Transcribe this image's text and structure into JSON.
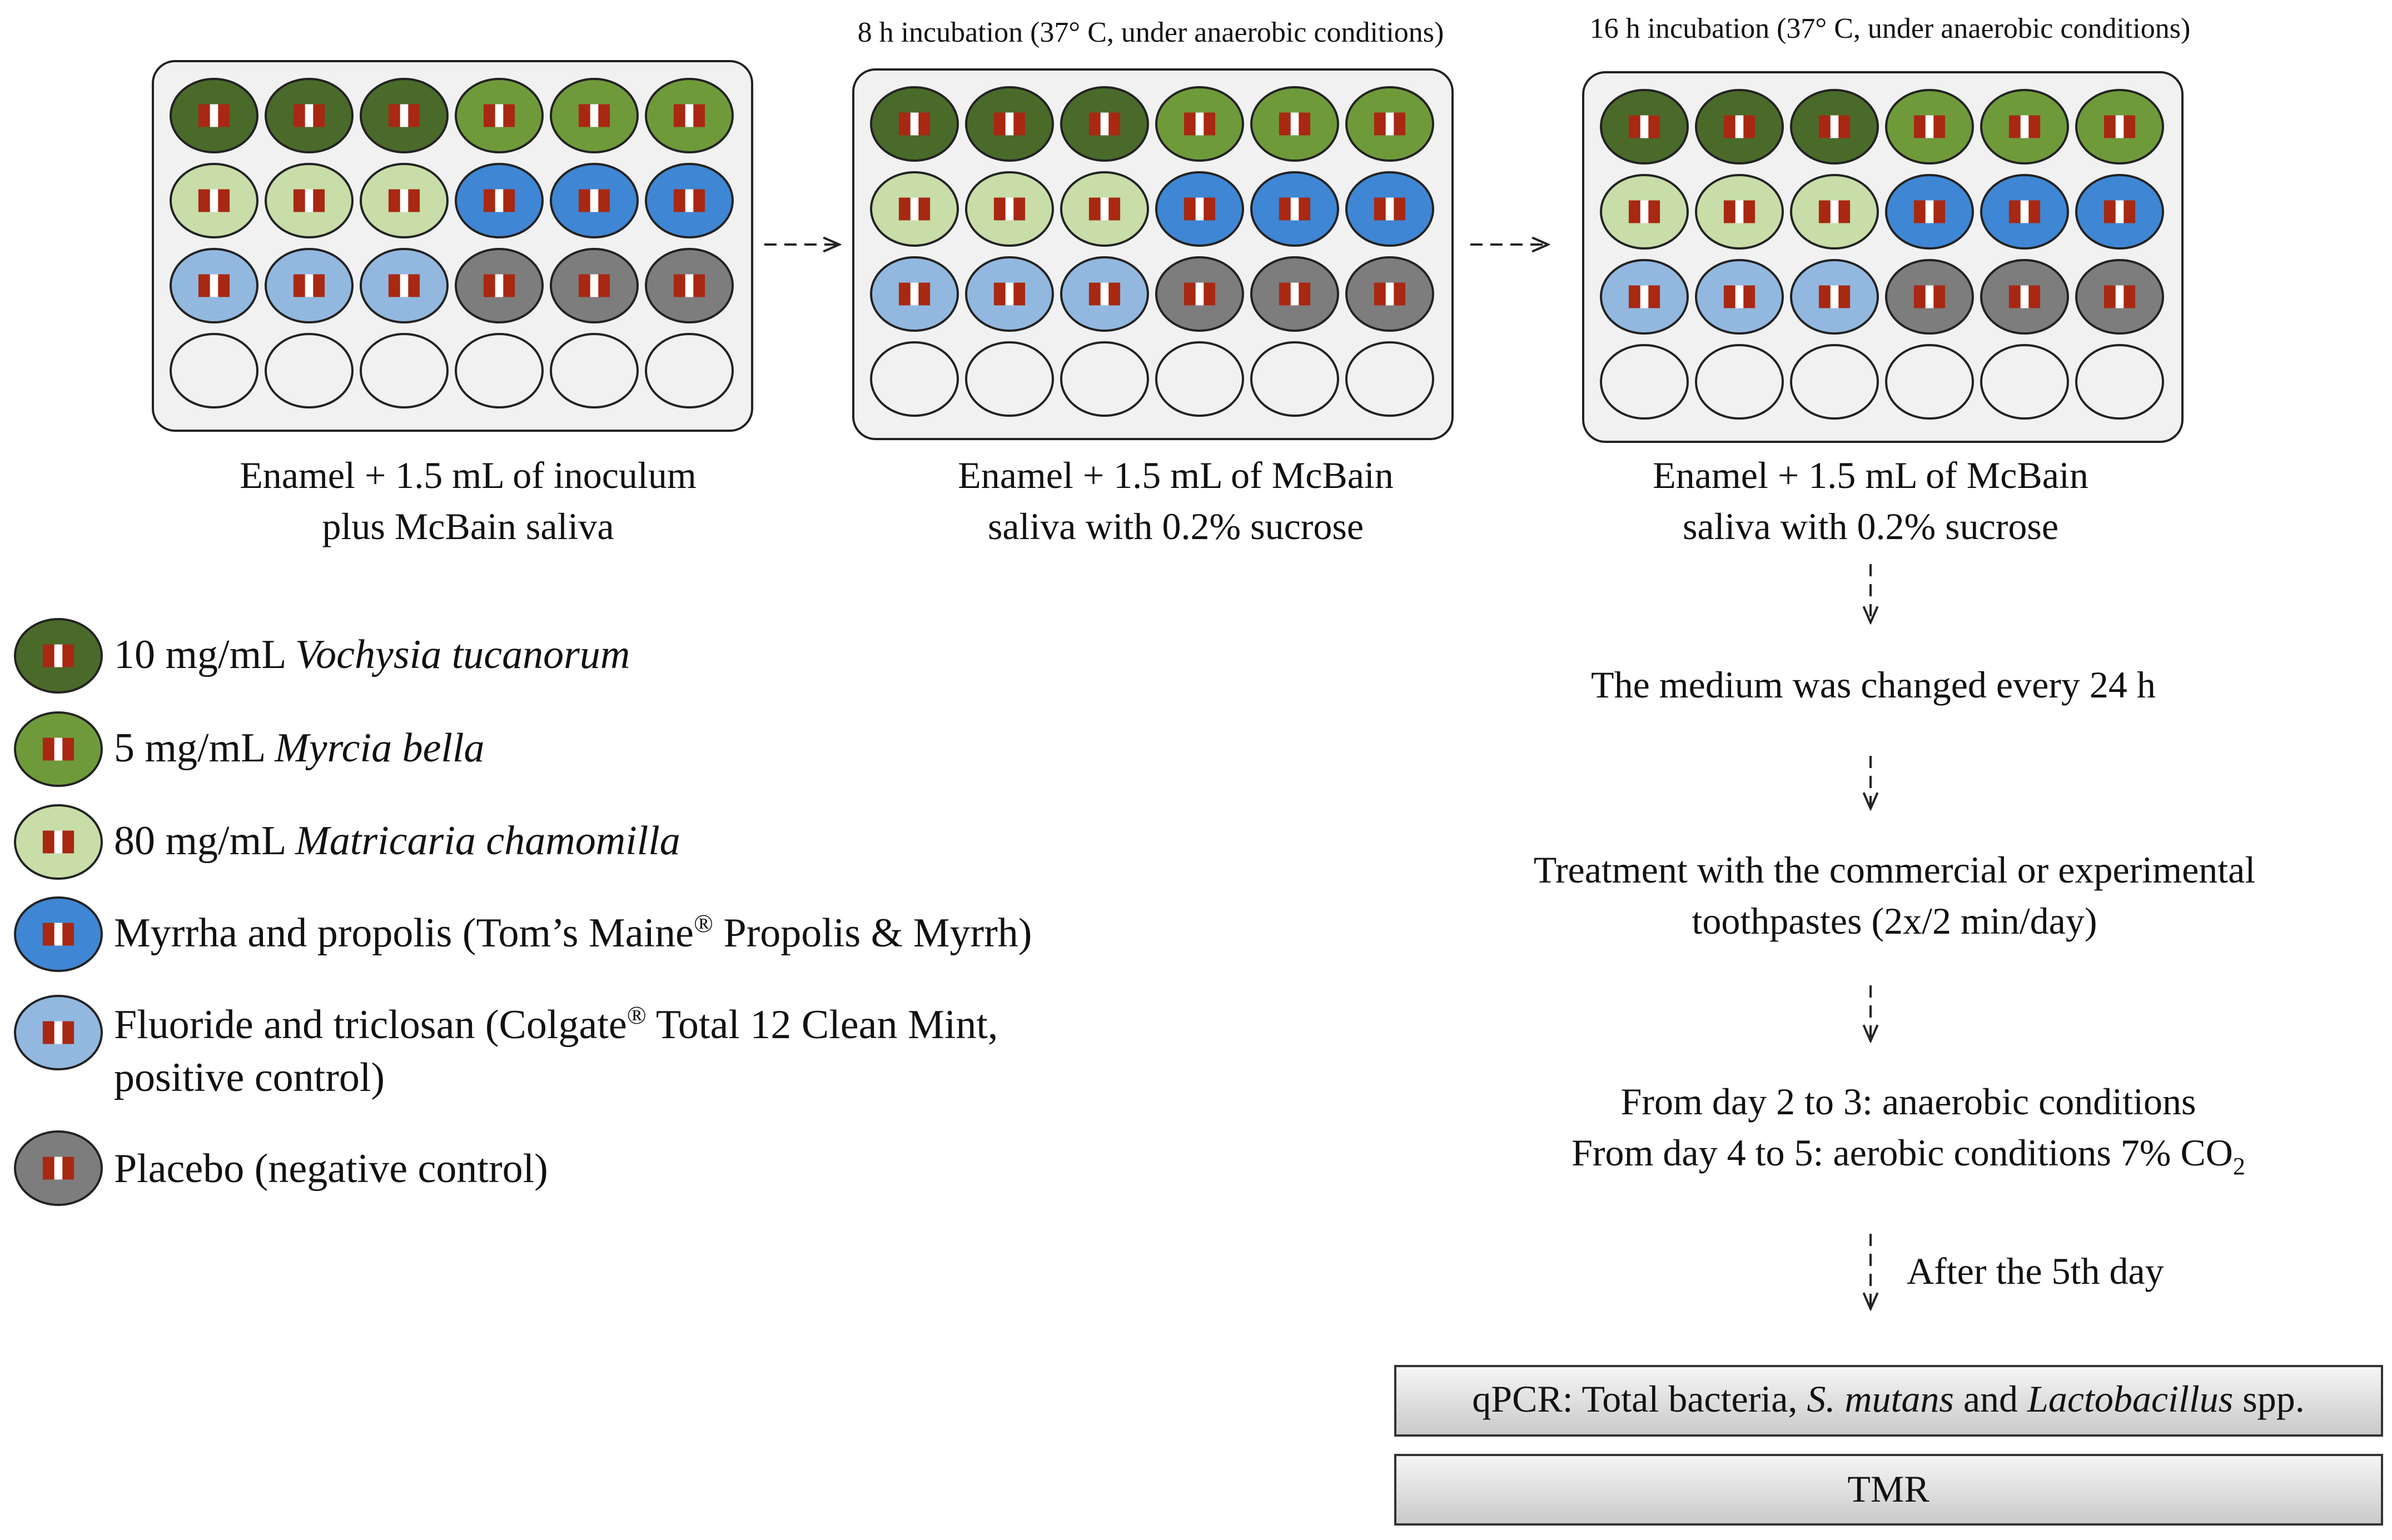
{
  "colors": {
    "vochysia": "#4a6a2a",
    "myrcia": "#6f9a3a",
    "matricaria": "#c8dda8",
    "myrrha": "#3f86d4",
    "fluoride": "#92b8e0",
    "placebo": "#7d7d7d",
    "empty": "#f1f1f1",
    "plate": "#f1f1f1",
    "stripe_red": "#a82812",
    "stripe_white": "#ffffff"
  },
  "well_rows": [
    "vochysia,vochysia,vochysia,myrcia,myrcia,myrcia",
    "matricaria,matricaria,matricaria,myrrha,myrrha,myrrha",
    "fluoride,fluoride,fluoride,placebo,placebo,placebo",
    "empty,empty,empty,empty,empty,empty"
  ],
  "plates": [
    {
      "header": "",
      "caption_line1": "Enamel + 1.5 mL of inoculum",
      "caption_line2": "plus McBain saliva"
    },
    {
      "header": "8 h incubation (37° C, under anaerobic conditions)",
      "caption_line1": "Enamel + 1.5 mL of  McBain",
      "caption_line2": "saliva with 0.2% sucrose"
    },
    {
      "header": "16 h incubation (37° C, under anaerobic conditions)",
      "caption_line1": "Enamel + 1.5 mL of  McBain",
      "caption_line2": "saliva with 0.2% sucrose"
    }
  ],
  "legend": [
    {
      "color_key": "vochysia",
      "dose": "10 mg/mL ",
      "name": "Vochysia tucanorum"
    },
    {
      "color_key": "myrcia",
      "dose": "5 mg/mL ",
      "name": "Myrcia bella"
    },
    {
      "color_key": "matricaria",
      "dose": "80 mg/mL ",
      "name": "Matricaria chamomilla"
    },
    {
      "color_key": "myrrha",
      "text_a": "Myrrha and propolis  (Tom’s Maine",
      "reg": "®",
      "text_b": " Propolis & Myrrh)"
    },
    {
      "color_key": "fluoride",
      "text_a": "Fluoride and triclosan (Colgate",
      "reg": "®",
      "text_b": " Total 12 Clean Mint,",
      "line2": "positive control)"
    },
    {
      "color_key": "placebo",
      "text": "Placebo (negative control)"
    }
  ],
  "flow": {
    "step1": "The medium was changed every 24 h",
    "step2_line1": "Treatment with the commercial or experimental",
    "step2_line2": "toothpastes (2x/2 min/day)",
    "step3_line1": "From day 2 to 3: anaerobic conditions",
    "step3_line2_a": "From day 4 to 5: aerobic conditions 7% CO",
    "step3_line2_sub": "2",
    "after_label": "After the 5th day"
  },
  "boxes": {
    "qpcr_a": "qPCR: Total bacteria, ",
    "qpcr_b": "S. mutans",
    "qpcr_c": " and ",
    "qpcr_d": "Lactobacillus",
    "qpcr_e": " spp.",
    "tmr": "TMR"
  }
}
